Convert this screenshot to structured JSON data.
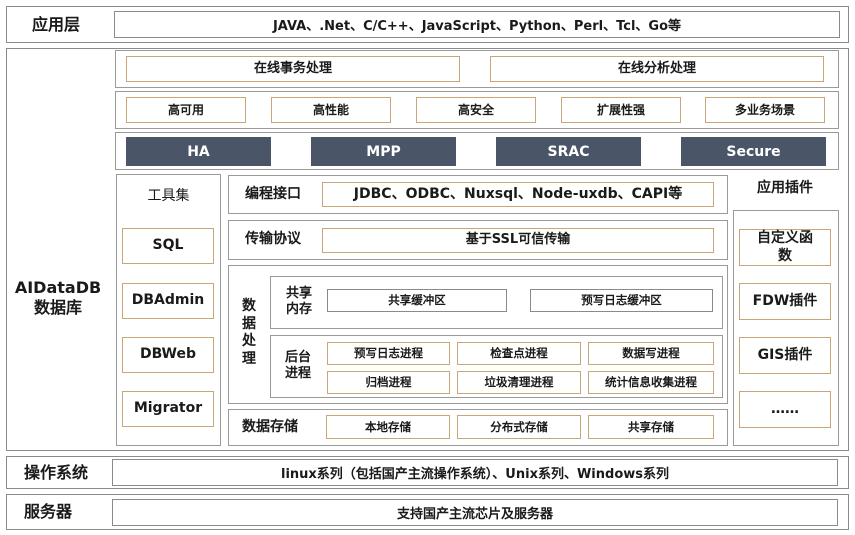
{
  "layers": {
    "app": {
      "title": "应用层",
      "content": "JAVA、.Net、C/C++、JavaScript、Python、Perl、Tcl、Go等"
    },
    "os": {
      "title": "操作系统",
      "content": "linux系列（包括国产主流操作系统）、Unix系列、Windows系列"
    },
    "server": {
      "title": "服务器",
      "content": "支持国产主流芯片及服务器"
    }
  },
  "db": {
    "title": "AIDataDB\n数据库",
    "processing": [
      "在线事务处理",
      "在线分析处理"
    ],
    "features": [
      "高可用",
      "高性能",
      "高安全",
      "扩展性强",
      "多业务场景"
    ],
    "capabilities": [
      "HA",
      "MPP",
      "SRAC",
      "Secure"
    ],
    "tools": {
      "title": "工具集",
      "items": [
        "SQL",
        "DBAdmin",
        "DBWeb",
        "Migrator"
      ]
    },
    "interface": {
      "label": "编程接口",
      "content": "JDBC、ODBC、Nuxsql、Node-uxdb、CAPI等"
    },
    "protocol": {
      "label": "传输协议",
      "content": "基于SSL可信传输"
    },
    "data_processing": {
      "label": "数据\n处理",
      "shared_memory": {
        "label": "共享\n内存",
        "items": [
          "共享缓冲区",
          "预写日志缓冲区"
        ]
      },
      "background": {
        "label": "后台\n进程",
        "items": [
          "预写日志进程",
          "检查点进程",
          "数据写进程",
          "归档进程",
          "垃圾清理进程",
          "统计信息收集进程"
        ]
      }
    },
    "storage": {
      "label": "数据存储",
      "items": [
        "本地存储",
        "分布式存储",
        "共享存储"
      ]
    },
    "plugins": {
      "title": "应用插件",
      "items": [
        "自定义函数",
        "FDW插件",
        "GIS插件",
        "……"
      ]
    }
  }
}
